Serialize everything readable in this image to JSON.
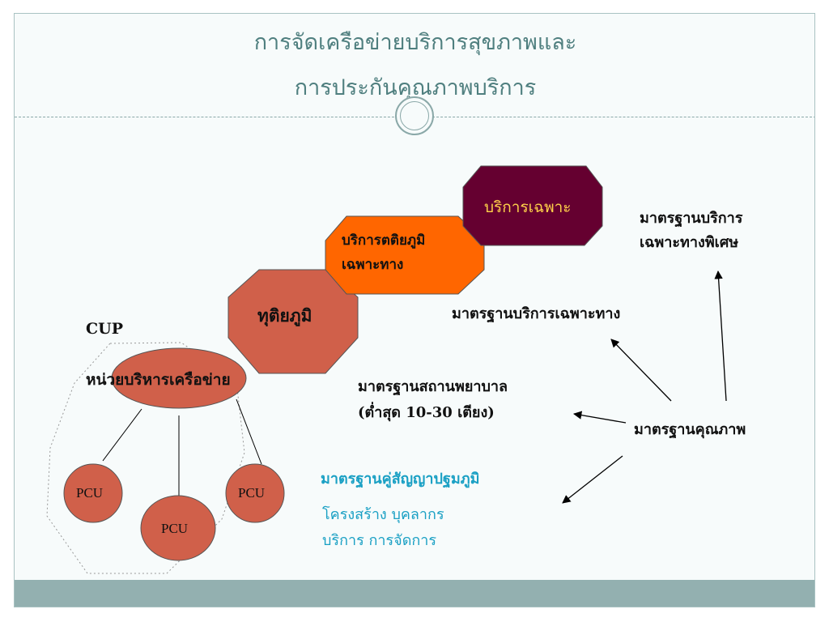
{
  "title": {
    "line1": "การจัดเครือข่ายบริการสุขภาพและ",
    "line2": "การประกันคุณภาพบริการ"
  },
  "shapes": {
    "special_service": "บริการเฉพาะ",
    "tertiary_line1": "บริการตติยภูมิ",
    "tertiary_line2": "เฉพาะทาง",
    "secondary": "ทุติยภูมิ",
    "cup": "CUP",
    "network_unit": "หน่วยบริหารเครือข่าย",
    "pcu_left": "PCU",
    "pcu_right": "PCU",
    "pcu_bottom": "PCU"
  },
  "labels": {
    "special_std_line1": "มาตรฐานบริการ",
    "special_std_line2": "เฉพาะทางพิเศษ",
    "specialty_std": "มาตรฐานบริการเฉพาะทาง",
    "hospital_std_line1": "มาตรฐานสถานพยาบาล",
    "hospital_std_line2": "(ต่ำสุด 10-30 เตียง)",
    "quality_std": "มาตรฐานคุณภาพ",
    "primary_contract_std": "มาตรฐานคู่สัญญาปฐมภูมิ",
    "primary_detail_line1": "โครงสร้าง บุคลากร",
    "primary_detail_line2": "บริการ การจัดการ"
  },
  "colors": {
    "title": "#4f7f7f",
    "special_service_fill": "#650030",
    "tertiary_fill": "#ff6600",
    "secondary_fill": "#d0604a",
    "pcu_fill": "#d0604a",
    "footer": "#93b0b0",
    "teal_text": "#1aa0c4"
  }
}
